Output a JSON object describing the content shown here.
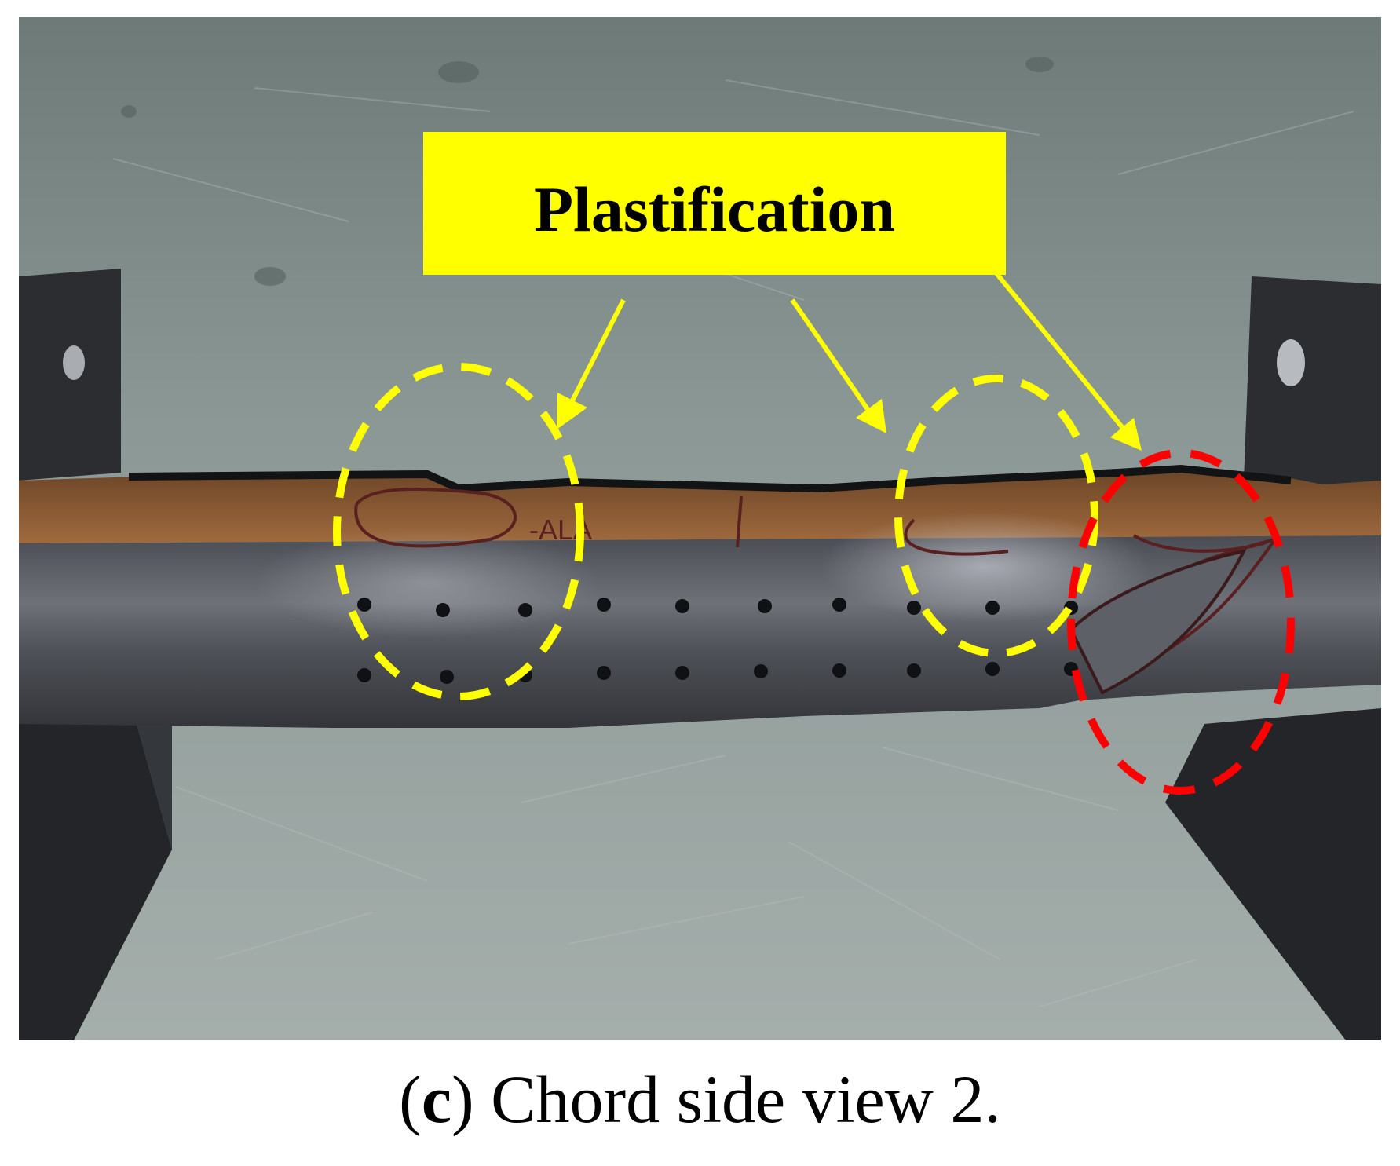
{
  "figure": {
    "callout_label": "Plastification",
    "marker_text": "-ALA",
    "colors": {
      "callout_fill": "#ffff00",
      "plastification_marker": "#ffff00",
      "failure_marker": "#ff0000",
      "floor": "#8f9c98",
      "steel": "#3a3c40",
      "rust": "#8a5a35"
    }
  },
  "caption": {
    "open_paren": "(",
    "letter": "c",
    "close_paren": ")",
    "text": " Chord side view 2."
  }
}
